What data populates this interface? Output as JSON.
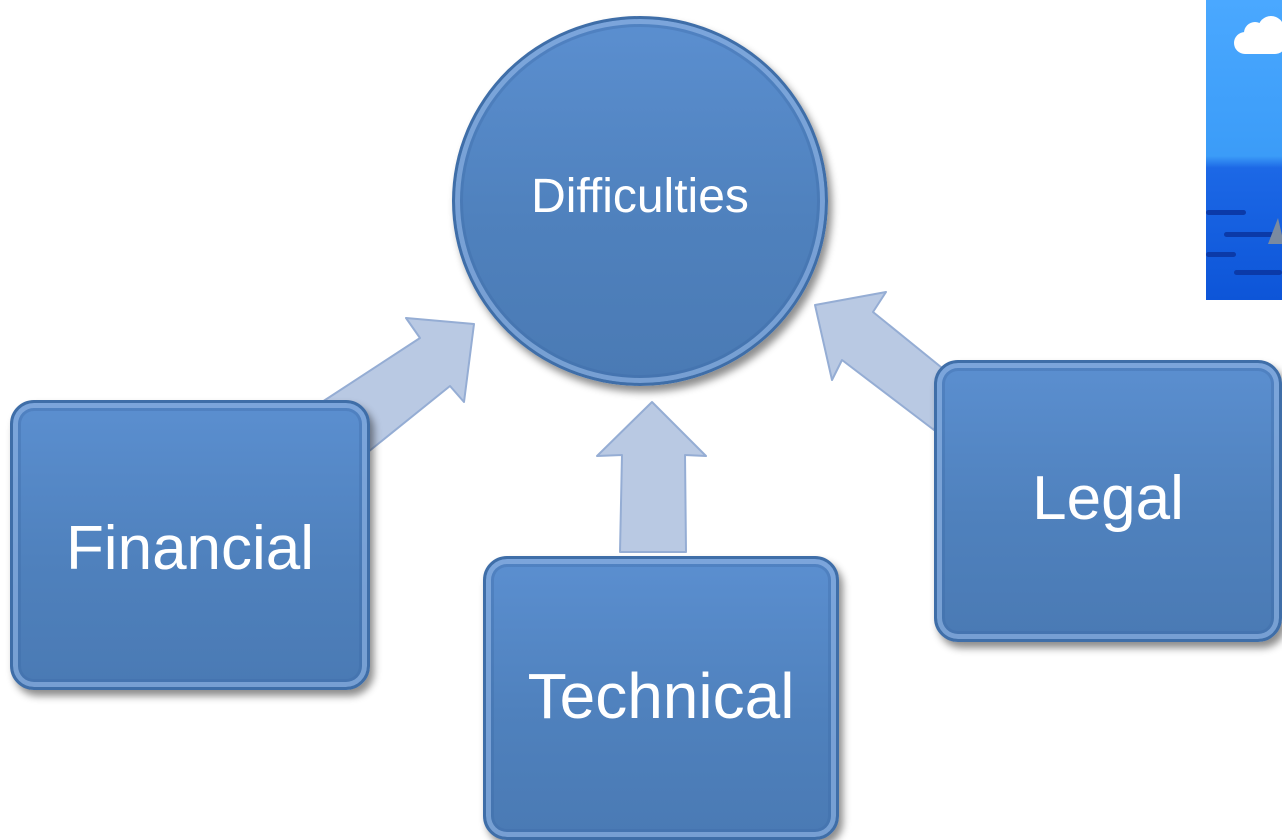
{
  "diagram": {
    "center": {
      "label": "Difficulties"
    },
    "nodes": [
      {
        "label": "Financial"
      },
      {
        "label": "Technical"
      },
      {
        "label": "Legal"
      }
    ],
    "colors": {
      "node_fill": "#4f81bd",
      "node_border": "#3f6ea8",
      "arrow_fill": "#b9c9e3",
      "text": "#ffffff"
    }
  },
  "image": {
    "icon": "sea-cloud-shark-icon"
  }
}
